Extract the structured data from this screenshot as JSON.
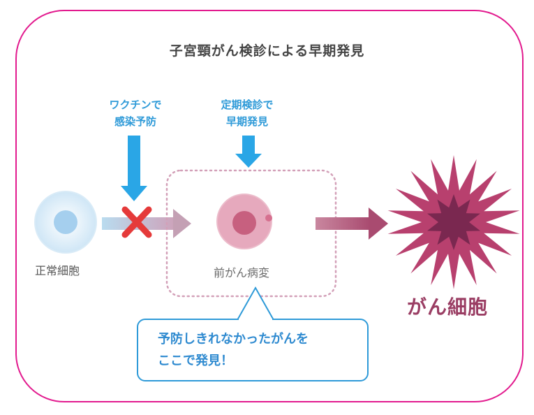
{
  "title": "子宮頸がん検診による早期発見",
  "labels": {
    "vaccine": "ワクチンで\n感染予防",
    "checkup": "定期検診で\n早期発見",
    "normal_cell": "正常細胞",
    "precancer": "前がん病変",
    "cancer_cell": "がん細胞"
  },
  "callout": "予防しきれなかったがんを\nここで発見！",
  "colors": {
    "frame": "#e21a8e",
    "label_blue": "#2e9ad8",
    "cancer": "#9a3d63"
  }
}
